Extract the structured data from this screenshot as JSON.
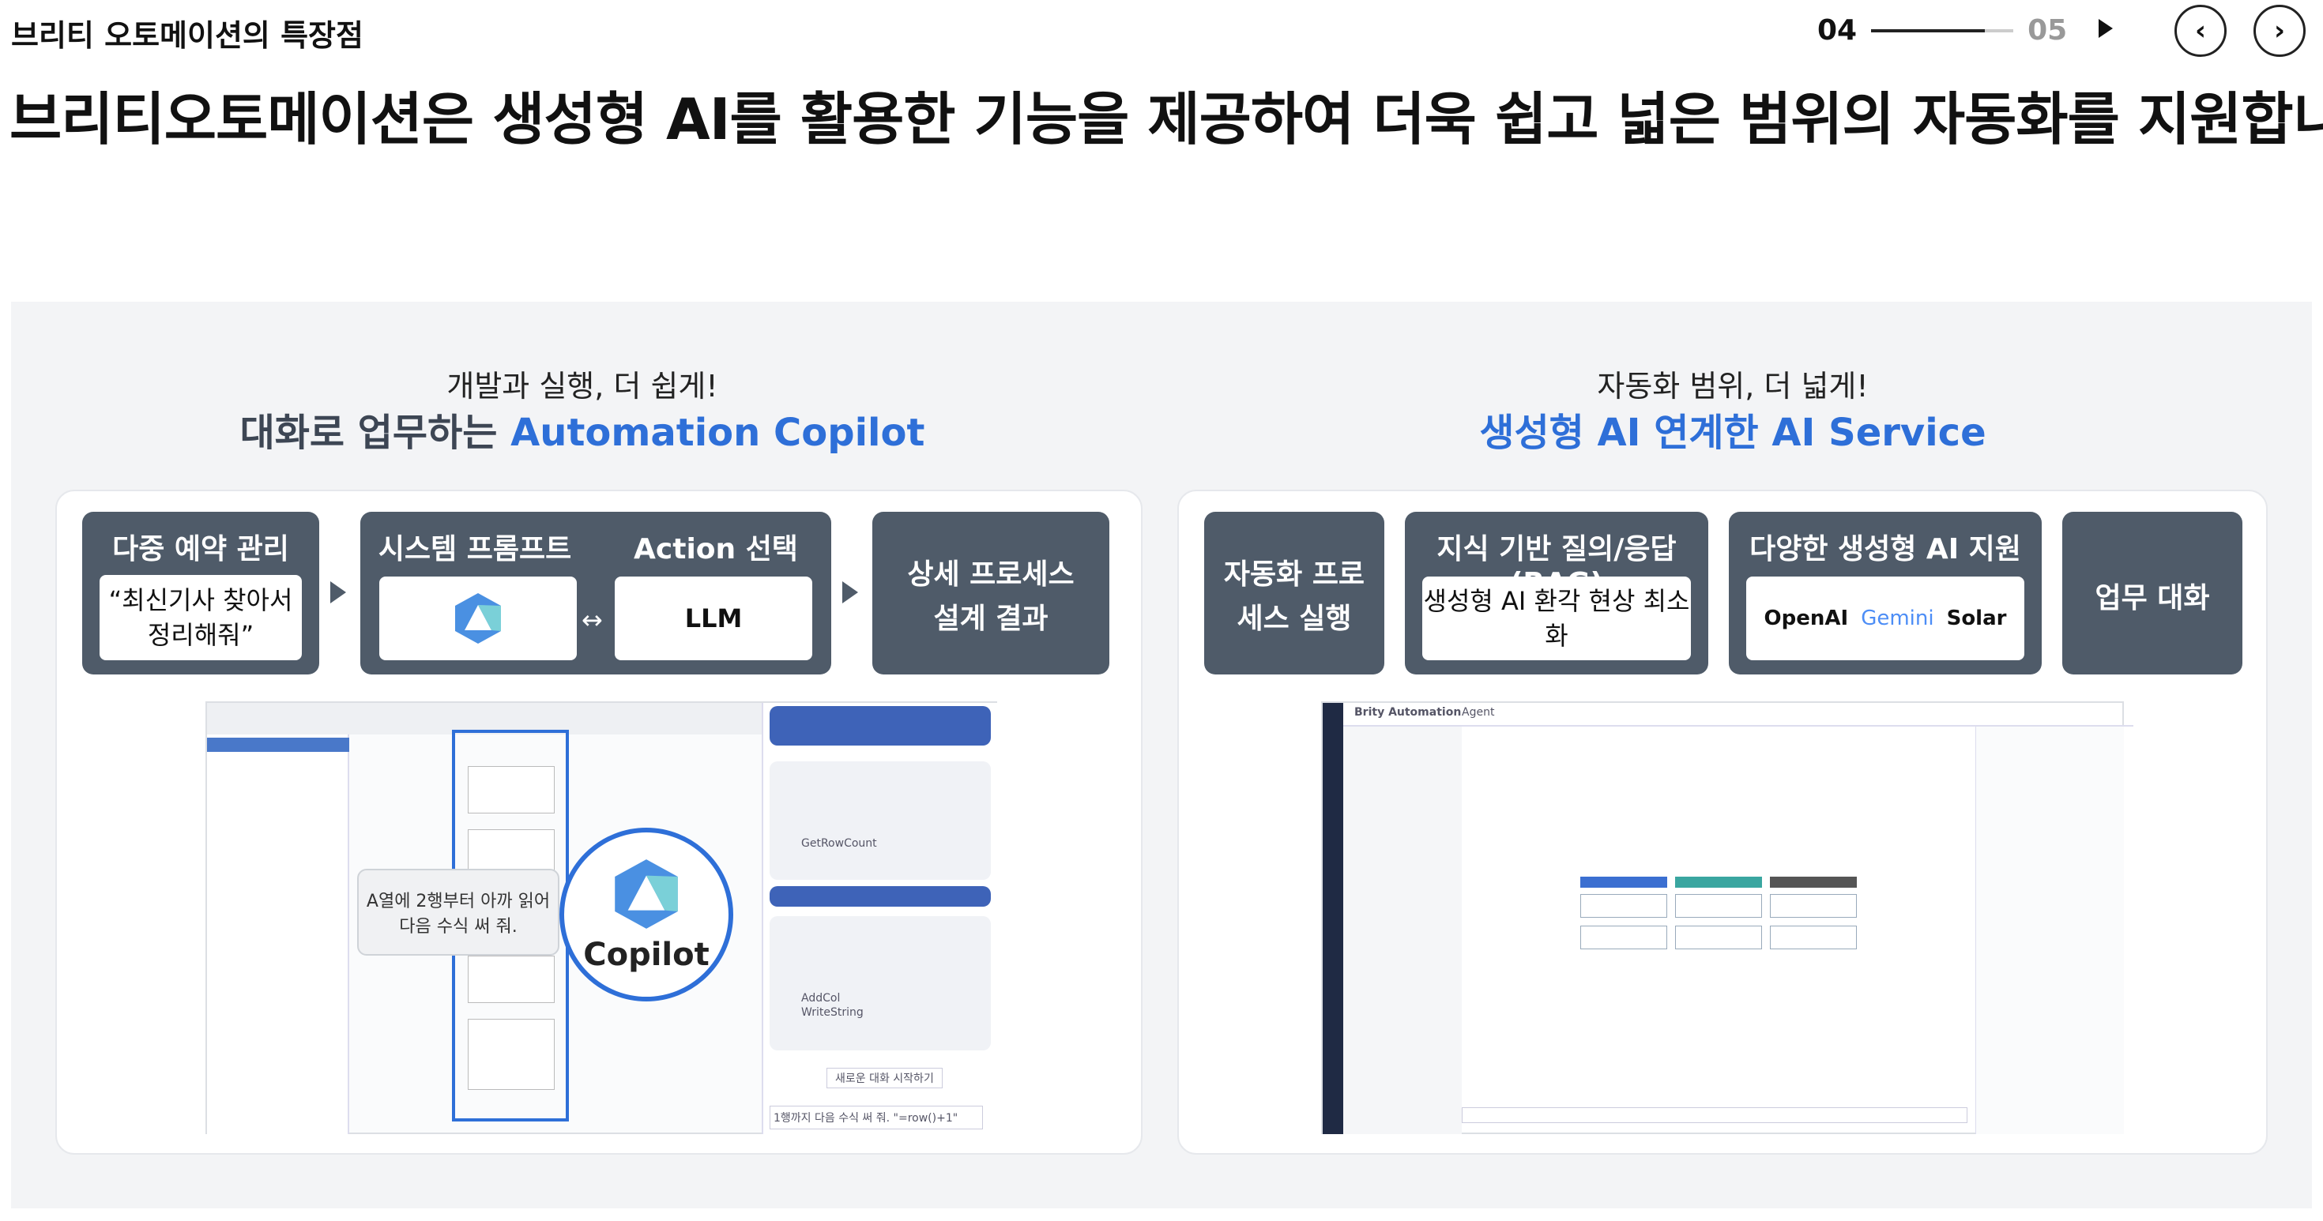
{
  "header": {
    "section_title": "브리티 오토메이션의 특장점",
    "page_current": "04",
    "page_next": "05",
    "headline": "브리티오토메이션은 생성형 AI를 활용한 기능을 제공하여 더욱 쉽고 넓은 범위의 자동화를 지원합니다."
  },
  "left": {
    "subtitle": "개발과 실행, 더 쉽게!",
    "title_prefix": "대화로 업무하는 ",
    "title_highlight": "Automation Copilot",
    "box1_title": "다중 예약 관리",
    "box1_inner": "“최신기사 찾아서 정리해줘”",
    "box2_title": "시스템 프롬프트",
    "box3_title": "Action 선택",
    "box3_inner": "LLM",
    "box4_title": "상세 프로세스 설계 결과",
    "copilot_label": "Copilot",
    "tooltip": "A열에 2행부터 아까 읽어 다음 수식 써 줘.",
    "chat_items": [
      "GetRowCount",
      "AddCol",
      "WriteString"
    ],
    "chat_button": "새로운 대화 시작하기",
    "input_text": "1행까지 다음 수식 써 줘. \"=row()+1\""
  },
  "right": {
    "subtitle": "자동화 범위, 더 넓게!",
    "title": "생성형 AI 연계한 AI Service",
    "box1_title": "자동화 프로세스 실행",
    "box2_title": "지식 기반 질의/응답(RAG)",
    "box2_inner": "생성형 AI 환각 현상 최소화",
    "box3_title": "다양한 생성형 AI 지원",
    "logo_openai": "OpenAI",
    "logo_gemini": "Gemini",
    "logo_solar": "Solar",
    "box4_title": "업무 대화",
    "app_name": "Brity Automation",
    "app_tab": "Agent"
  },
  "colors": {
    "box": "#4f5b69",
    "accent": "#2e6fd8",
    "panel": "#f3f4f6"
  }
}
